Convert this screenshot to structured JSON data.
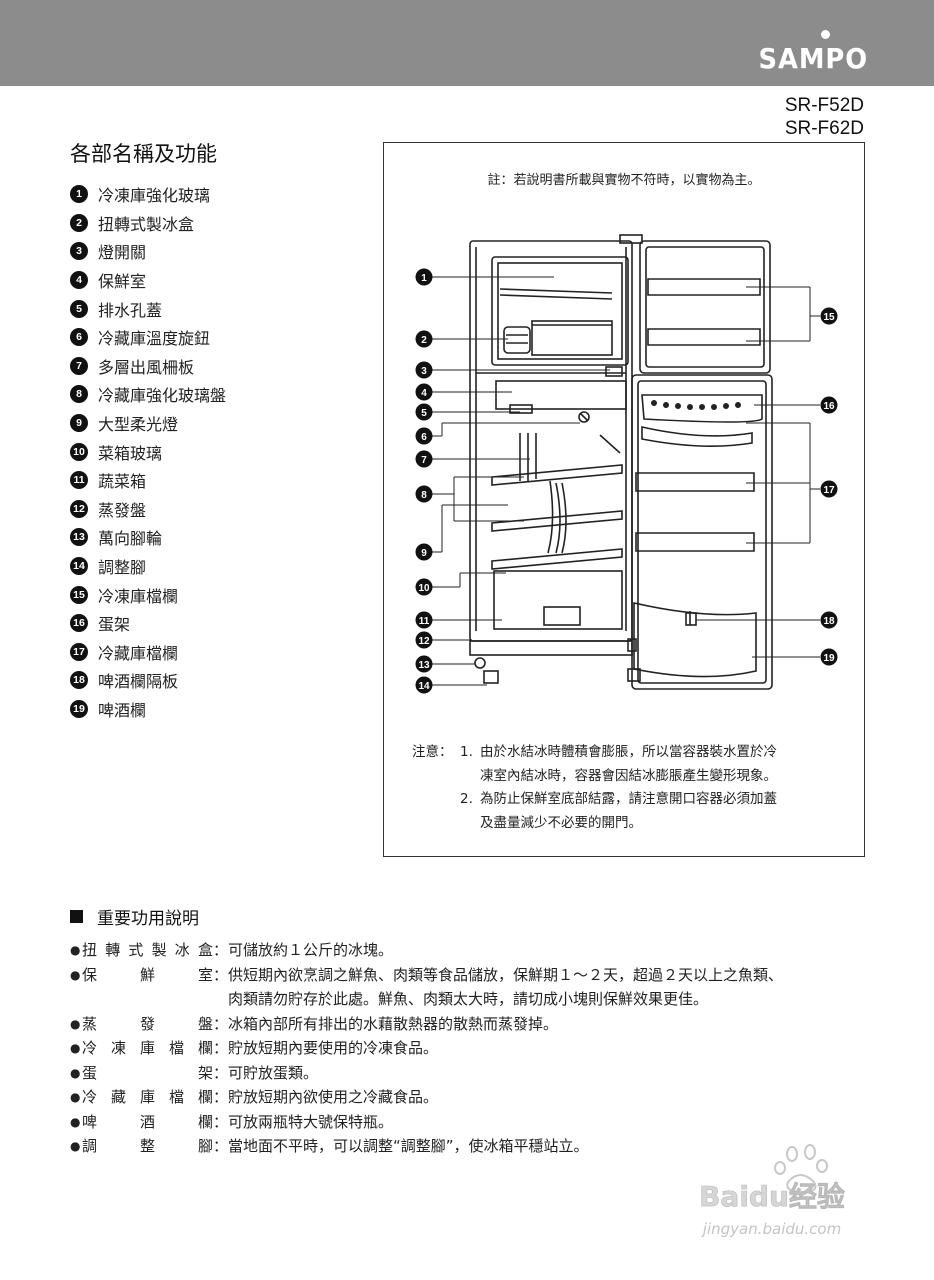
{
  "brand": "SAMPO",
  "models": [
    "SR-F52D",
    "SR-F62D"
  ],
  "section_title": "各部名稱及功能",
  "parts": [
    {
      "n": "1",
      "label": "冷凍庫強化玻璃"
    },
    {
      "n": "2",
      "label": "扭轉式製冰盒"
    },
    {
      "n": "3",
      "label": "燈開關"
    },
    {
      "n": "4",
      "label": "保鮮室"
    },
    {
      "n": "5",
      "label": "排水孔蓋"
    },
    {
      "n": "6",
      "label": "冷藏庫溫度旋鈕"
    },
    {
      "n": "7",
      "label": "多層出風柵板"
    },
    {
      "n": "8",
      "label": "冷藏庫強化玻璃盤"
    },
    {
      "n": "9",
      "label": "大型柔光燈"
    },
    {
      "n": "10",
      "label": "菜箱玻璃"
    },
    {
      "n": "11",
      "label": "蔬菜箱"
    },
    {
      "n": "12",
      "label": "蒸發盤"
    },
    {
      "n": "13",
      "label": "萬向腳輪"
    },
    {
      "n": "14",
      "label": "調整腳"
    },
    {
      "n": "15",
      "label": "冷凍庫檔欄"
    },
    {
      "n": "16",
      "label": "蛋架"
    },
    {
      "n": "17",
      "label": "冷藏庫檔欄"
    },
    {
      "n": "18",
      "label": "啤酒欄隔板"
    },
    {
      "n": "19",
      "label": "啤酒欄"
    }
  ],
  "diagram": {
    "note": "註：若說明書所載與實物不符時，以實物為主。",
    "caution_label": "注意：",
    "cautions": [
      {
        "n": "1.",
        "lines": [
          "由於水結冰時體積會膨脹，所以當容器裝水置於冷",
          "凍室內結冰時，容器會因結冰膨脹產生變形現象。"
        ]
      },
      {
        "n": "2.",
        "lines": [
          "為防止保鮮室底部結露，請注意開口容器必須加蓋",
          "及盡量減少不必要的開門。"
        ]
      }
    ]
  },
  "functions_title": "重要功用說明",
  "functions": [
    {
      "term": "扭轉式製冰盒",
      "desc": [
        "可儲放約１公斤的冰塊。"
      ]
    },
    {
      "term": "保鮮室",
      "desc": [
        "供短期內欲烹調之鮮魚、肉類等食品儲放，保鮮期１～２天，超過２天以上之魚類、",
        "肉類請勿貯存於此處。鮮魚、肉類太大時，請切成小塊則保鮮效果更佳。"
      ]
    },
    {
      "term": "蒸發盤",
      "desc": [
        "冰箱內部所有排出的水藉散熱器的散熱而蒸發掉。"
      ]
    },
    {
      "term": "冷凍庫檔欄",
      "desc": [
        "貯放短期內要使用的冷凍食品。"
      ]
    },
    {
      "term": "蛋架",
      "desc": [
        "可貯放蛋類。"
      ]
    },
    {
      "term": "冷藏庫檔欄",
      "desc": [
        "貯放短期內欲使用之冷藏食品。"
      ]
    },
    {
      "term": "啤酒欄",
      "desc": [
        "可放兩瓶特大號保特瓶。"
      ]
    },
    {
      "term": "調整腳",
      "desc": [
        "當地面不平時，可以調整“調整腳”，使冰箱平穩站立。"
      ]
    }
  ],
  "watermark": {
    "logo": "Baidu经验",
    "url": "jingyan.baidu.com"
  },
  "colors": {
    "header_bar": "#8c8c8c",
    "text": "#1a1a1a",
    "badge": "#111111"
  }
}
